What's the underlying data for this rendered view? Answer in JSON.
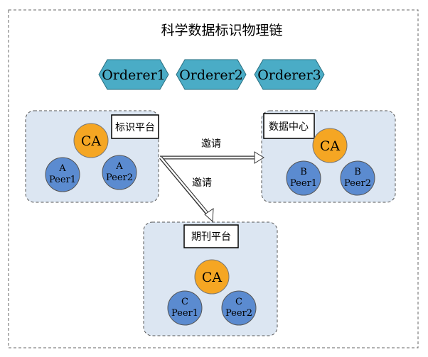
{
  "title": "科学数据标识物理链",
  "orderers": [
    "Orderer1",
    "Orderer2",
    "Orderer3"
  ],
  "orgs": {
    "identifier_platform": {
      "label": "标识平台",
      "ca": "CA",
      "peers": [
        {
          "org": "A",
          "name": "Peer1"
        },
        {
          "org": "A",
          "name": "Peer2"
        }
      ]
    },
    "data_center": {
      "label": "数据中心",
      "ca": "CA",
      "peers": [
        {
          "org": "B",
          "name": "Peer1"
        },
        {
          "org": "B",
          "name": "Peer2"
        }
      ]
    },
    "journal_platform": {
      "label": "期刊平台",
      "ca": "CA",
      "peers": [
        {
          "org": "C",
          "name": "Peer1"
        },
        {
          "org": "C",
          "name": "Peer2"
        }
      ]
    }
  },
  "arrows": {
    "to_data_center": "邀请",
    "to_journal": "邀请"
  },
  "colors": {
    "orderer_fill": "#4aacc6",
    "org_box_fill": "#dce6f2",
    "ca_fill": "#f5a623",
    "peer_fill": "#5b8bd0",
    "stroke": "#333333"
  }
}
